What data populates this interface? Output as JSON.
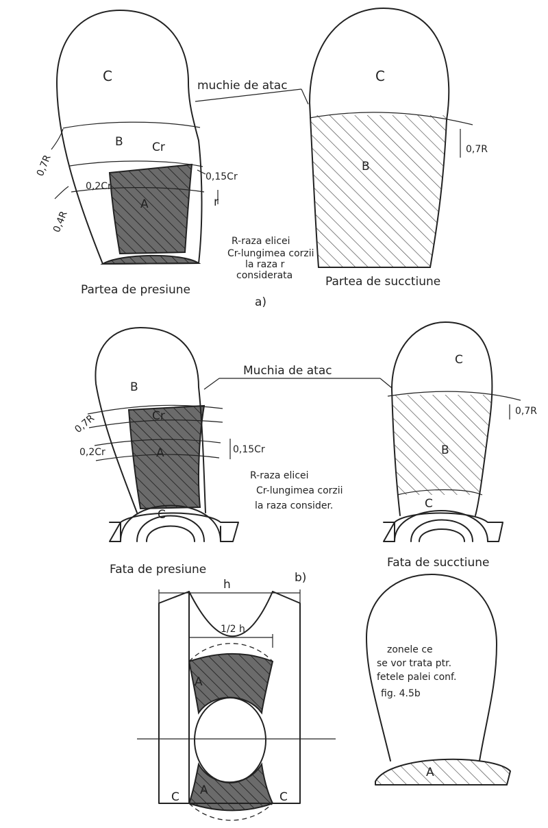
{
  "panel_a": {
    "blade_left": {
      "zone_c": "C",
      "zone_b": "B",
      "zone_a": "A",
      "chord": "Cr",
      "dim_07r": "0,7R",
      "dim_04r": "0,4R",
      "dim_02c": "0,2Cr",
      "dim_015c": "0,15Cr",
      "radius": "r"
    },
    "leading_edge": "muchie de atac",
    "blade_right": {
      "zone_c": "C",
      "zone_b": "B",
      "dim_07r": "0,7R"
    },
    "legend": [
      "R-raza elicei",
      "Cr-lungimea corzii",
      "la raza r",
      "considerata"
    ],
    "caption_left": "Partea de presiune",
    "caption_right": "Partea de succtiune",
    "label": "a)"
  },
  "panel_b": {
    "blade_left": {
      "zone_b": "B",
      "zone_a": "A",
      "zone_c": "C",
      "chord": "Cr",
      "dim_07r": "0,7R",
      "dim_02c": "0,2Cr",
      "dim_015c": "0,15Cr"
    },
    "leading_edge": "Muchia de atac",
    "blade_right": {
      "zone_c_top": "C",
      "zone_b": "B",
      "zone_c_bottom": "C",
      "dim_07r": "0,7R"
    },
    "legend": [
      "R-raza elicei",
      "Cr-lungimea corzii",
      "la raza consider."
    ],
    "caption_left": "Fata de presiune",
    "caption_right": "Fata de succtiune",
    "label": "b)"
  },
  "panel_c": {
    "hub": {
      "width": "h",
      "half": "1/2 h",
      "zone_a_top": "A",
      "zone_a_bottom": "A",
      "zone_c_left": "C",
      "zone_c_right": "C"
    },
    "blade": {
      "note": [
        "zonele ce",
        "se vor trata ptr.",
        "fetele palei conf.",
        "fig. 4.5b"
      ],
      "zone_a": "A"
    }
  }
}
